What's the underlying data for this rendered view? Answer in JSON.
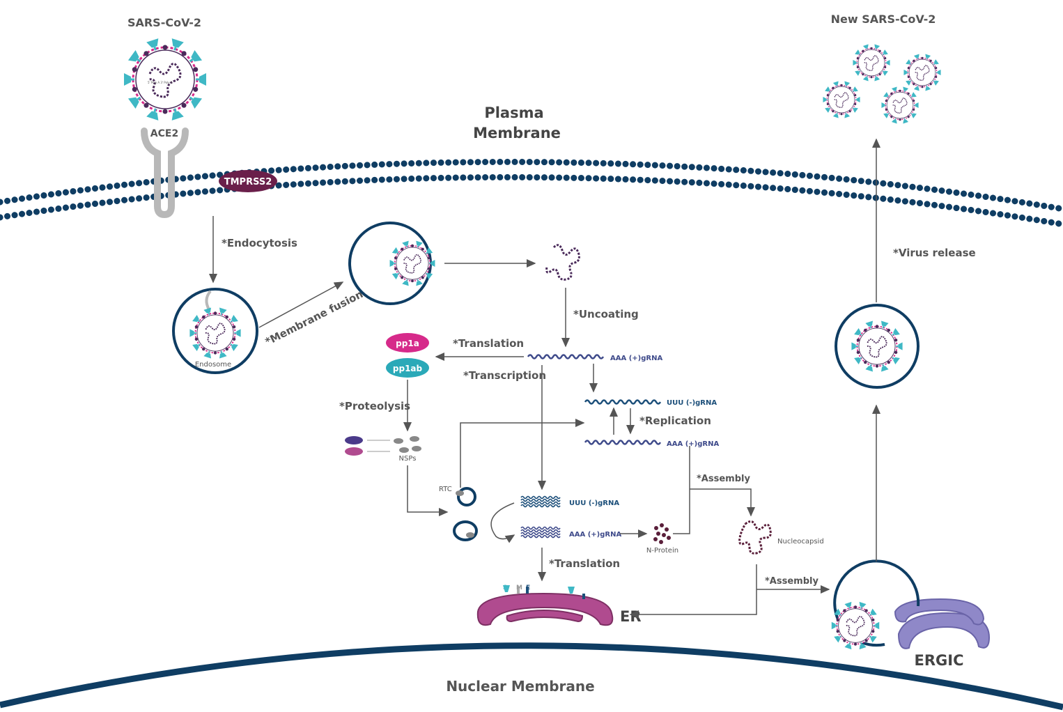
{
  "labels": {
    "sars_cov2": "SARS-CoV-2",
    "new_sars_cov2": "New SARS-CoV-2",
    "ace2": "ACE2",
    "plasma_membrane_line1": "Plasma",
    "plasma_membrane_line2": "Membrane",
    "tmprss2": "TMPRSS2",
    "endocytosis": "*Endocytosis",
    "membrane_fusion": "*Membrane fusion",
    "endosome": "Endosome",
    "uncoating": "*Uncoating",
    "translation_top": "*Translation",
    "pp1a": "pp1a",
    "pp1ab": "pp1ab",
    "transcription": "*Transcription",
    "gRNA_pos_top": "AAA  (+)gRNA",
    "gRNA_neg": "UUU  (-)gRNA",
    "replication": "*Replication",
    "gRNA_pos_mid": "AAA  (+)gRNA",
    "proteolysis": "*Proteolysis",
    "nsps": "NSPs",
    "rtc": "RTC",
    "sg_neg": "UUU  (-)gRNA",
    "sg_pos": "AAA  (+)gRNA",
    "n_protein": "N-Protein",
    "assembly_top": "*Assembly",
    "nucleocapsid": "Nucleocapsid",
    "translation_bottom": "*Translation",
    "assembly_bottom": "*Assembly",
    "er": "ER",
    "ergic": "ERGIC",
    "virus_release": "*Virus release",
    "nuclear_membrane": "Nuclear Membrane",
    "protein_s": "S",
    "protein_m": "M",
    "protein_e": "E",
    "virion_text": "5' Poly A  3' Poly A"
  },
  "colors": {
    "membrane": "#0f3d63",
    "spike": "#3fb8c5",
    "magenta": "#d62a8a",
    "purple": "#4a2a5a",
    "er": "#b04b8f",
    "ergic": "#8f88c8",
    "tmprss2": "#6a1f4a",
    "teal": "#2aa9b8",
    "grey": "#999999"
  }
}
